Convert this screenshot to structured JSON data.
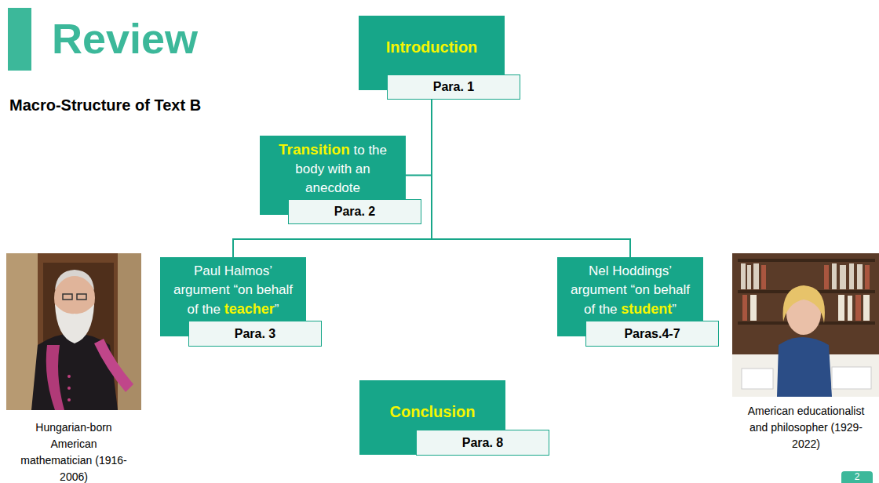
{
  "diagram": {
    "title": "Review",
    "nodes": [
      {
        "text": [
          "Introduction"
        ]
      },
      {
        "text": [
          "Para. 1"
        ],
        "in": 0
      },
      {
        "text": [
          "Transition",
          "to the body with an anecdote"
        ]
      },
      {
        "text": [
          "Para. 2"
        ],
        "in": 2
      },
      {
        "text": [
          "Paul Halmos’ argument “on behalf of the",
          "teacher",
          "”"
        ]
      },
      {
        "text": [
          "Para. 3"
        ],
        "in": 4
      },
      {
        "text": [
          "Nel Hoddings’ argument “on behalf of the",
          "student",
          "”"
        ]
      },
      {
        "text": [
          "Paras.4-7"
        ],
        "in": 6
      },
      {
        "text": [
          "Conclusion"
        ]
      },
      {
        "text": [
          "Para. 8"
        ],
        "in": 8
      }
    ],
    "edges": [
      {
        "from": 0,
        "to": 2,
        "arrow": "none"
      },
      {
        "from": 0,
        "to": 4,
        "arrow": "none"
      },
      {
        "from": 0,
        "to": 6,
        "arrow": "none"
      }
    ],
    "labels": [
      "Macro-Structure of Text B",
      "Hungarian-born American mathematician (1916-2006)",
      "American educationalist and philosopher (1929-2022)",
      "2"
    ]
  }
}
